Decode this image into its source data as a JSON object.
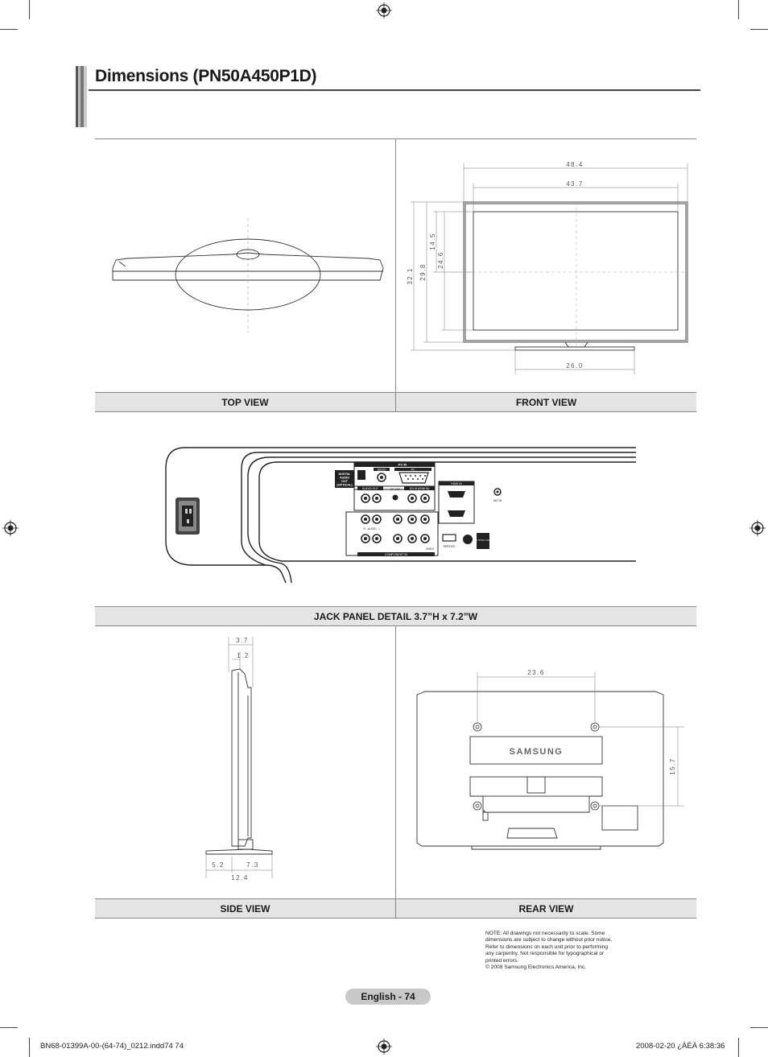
{
  "page": {
    "title": "Dimensions (PN50A450P1D)",
    "page_label": "English - 74",
    "footer_left": "BN68-01399A-00-(64-74)_0212.indd74   74",
    "footer_right": "2008-02-20   ¿ÀÈÄ 6:38:36"
  },
  "views": {
    "top_view": "TOP VIEW",
    "front_view": "FRONT VIEW",
    "jack_panel": "JACK PANEL DETAIL 3.7”H x 7.2”W",
    "side_view": "SIDE VIEW",
    "rear_view": "REAR VIEW"
  },
  "front_dims": {
    "width_outer": "48.4",
    "width_screen": "43.7",
    "height_total": "32.1",
    "height_body": "29.8",
    "height_screen": "24.6",
    "height_mid": "14.5",
    "stand_width": "26.0"
  },
  "side_dims": {
    "depth_top": "3.7",
    "depth_inner": "1.2",
    "stand_front": "5.2",
    "stand_back": "7.3",
    "stand_total": "12.4"
  },
  "rear_dims": {
    "mount_width": "23.6",
    "mount_height": "15.7",
    "brand": "SAMSUNG"
  },
  "jack_panel": {
    "digital_audio": [
      "DIGITAL",
      "AUDIO",
      "OUT",
      "(OPTICAL)"
    ],
    "pc_in": "PC IN",
    "audio": "AUDIO",
    "pc": "PC",
    "audio_out": "AUDIO OUT",
    "rs232": "EX-LINK",
    "dvi_in": "DVI IN (HDMI IN)",
    "hdmi_in": "HDMI IN",
    "ant_in": "ANT IN",
    "component_in": "COMPONENT IN",
    "service": "SERVICE",
    "ir_out": "IR SYNC OUT",
    "audio_lr": "R - AUDIO - L",
    "video": "VIDEO"
  },
  "note": [
    "NOTE:  All drawings not necessarily to scale.  Some",
    "dimensions are subject to change without prior notice.",
    "Refer to dimensions on each unit prior to performing",
    "any carpentry.  Not responsible for typographical or",
    "printed errors.",
    "© 2008 Samsung Electronics America, Inc."
  ]
}
